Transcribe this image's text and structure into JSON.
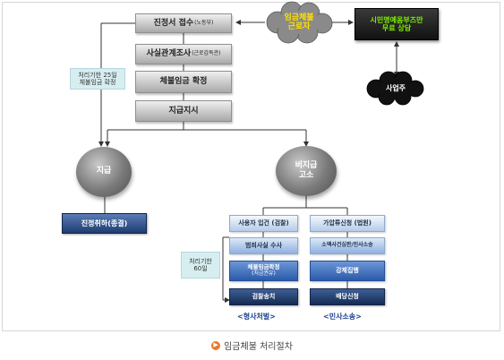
{
  "procedure": {
    "step1_main": "진정서 접수",
    "step1_sub": "(노동부)",
    "step2_main": "사실관계조사",
    "step2_sub": "(근로감독관)",
    "step3": "체불임금 확정",
    "step4": "지급지시"
  },
  "note_top": {
    "line1": "처리기한 25일",
    "line2": "체불임금 확정"
  },
  "clouds": {
    "worker": {
      "line1": "임금체불",
      "line2": "근로자"
    },
    "employer": "사업주"
  },
  "consult_box": {
    "line1": "시민명예옴부즈만",
    "line2": "무료 상담"
  },
  "branches": {
    "paid": "지급",
    "unpaid": {
      "line1": "비지급",
      "line2": "고소"
    }
  },
  "paid_result": "진정취하(종결)",
  "criminal": {
    "items": [
      "사용자 입건 (검찰)",
      "범죄사실 수사",
      "체불임금확정",
      "검찰송치"
    ],
    "item3_sub": "(처금권유)",
    "label": "<형사처벌>"
  },
  "civil": {
    "items": [
      "가압류신청 (법원)",
      "소액사건심판/민사소송",
      "강제집행",
      "배당신청"
    ],
    "label": "<민사소송>"
  },
  "note_bottom": {
    "line1": "처리기한",
    "line2": "60일"
  },
  "caption": "임금체불 처리절차",
  "colors": {
    "gray_box": "#a9a9a9",
    "note_bg": "#d7eef1",
    "light_blue": "#b5cbe9",
    "mid_blue": "#2a5aaa",
    "dark_blue": "#142b54",
    "label_blue": "#1b3f8c",
    "consult_text": "#7cf000",
    "caption_icon": "#e8782f"
  }
}
